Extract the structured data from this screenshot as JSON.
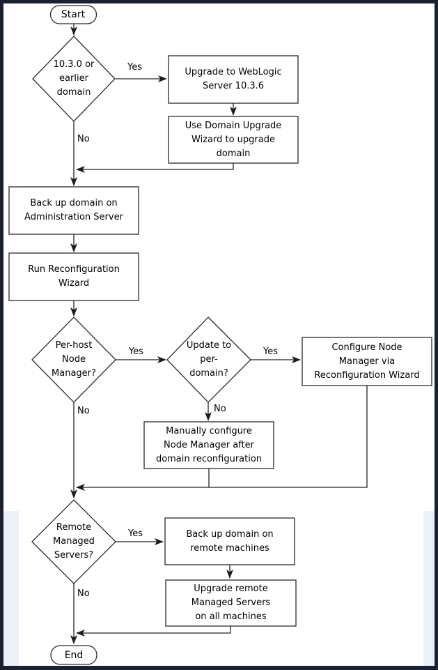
{
  "colors": {
    "frame": "#1b2130",
    "canvas": "#ffffff",
    "page_margin": "#edf2fa",
    "line": "#222222",
    "node_fill": "#ffffff",
    "node_border": "#2a2a2a",
    "text": "#000000"
  },
  "nodes": {
    "start": "Start",
    "decision_1030": "10.3.0 or\nearlier\ndomain",
    "upgrade_wls": "Upgrade to WebLogic\nServer 10.3.6",
    "use_upgrade_wizard": "Use Domain Upgrade\nWizard to upgrade\ndomain",
    "backup_admin": "Back up domain on\nAdministration Server",
    "run_reconfig": "Run Reconfiguration\nWizard",
    "decision_perhost": "Per-host\nNode\nManager?",
    "decision_perdomain": "Update to\nper-\ndomain?",
    "configure_nm": "Configure Node\nManager via\nReconfiguration Wizard",
    "manual_nm": "Manually configure\nNode Manager after\ndomain reconfiguration",
    "decision_remote": "Remote\nManaged\nServers?",
    "backup_remote": "Back up domain on\nremote machines",
    "upgrade_remote": "Upgrade remote\nManaged Servers\non all machines",
    "end": "End"
  },
  "edge_labels": {
    "yes_1030": "Yes",
    "no_1030": "No",
    "yes_perhost": "Yes",
    "no_perhost": "No",
    "yes_perdomain": "Yes",
    "no_perdomain": "No",
    "yes_remote": "Yes",
    "no_remote": "No"
  }
}
